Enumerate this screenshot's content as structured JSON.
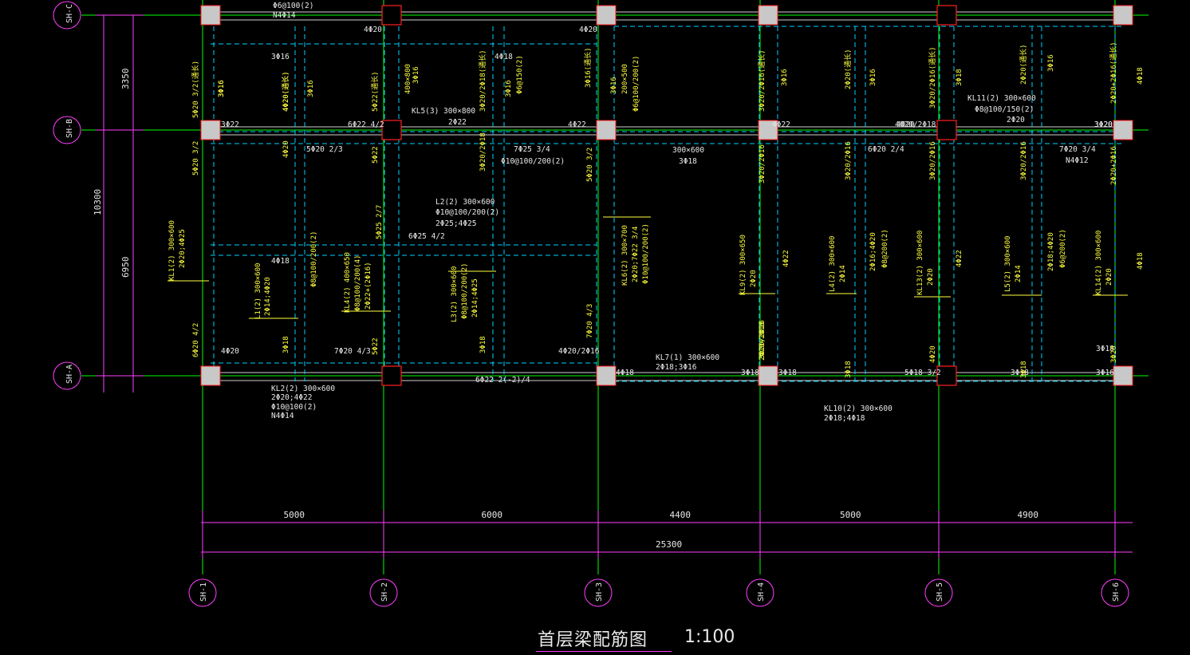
{
  "drawing": {
    "title": "首层梁配筋图",
    "scale": "1:100",
    "colors": {
      "background": "#000000",
      "axis": "#00ff00",
      "dimension": "#ff40ff",
      "column": "#c8c8c8",
      "column_outline": "#ff2020",
      "secondary_beam": "#00d0ff",
      "annotation_yellow": "#ffff40",
      "annotation_white": "#e8e8e8"
    }
  },
  "axes": {
    "horizontal": [
      {
        "label": "SH-C"
      },
      {
        "label": "SH-B"
      },
      {
        "label": "SH-A"
      }
    ],
    "vertical": [
      {
        "label": "SH-1"
      },
      {
        "label": "SH-2"
      },
      {
        "label": "SH-3"
      },
      {
        "label": "SH-4"
      },
      {
        "label": "SH-5"
      },
      {
        "label": "SH-6"
      }
    ]
  },
  "dimensions": {
    "horizontal": [
      "5000",
      "6000",
      "4400",
      "5000",
      "4900"
    ],
    "horizontal_total": "25300",
    "vertical": [
      "3350",
      "6950"
    ],
    "vertical_total": "10300"
  },
  "labels": {
    "white": [
      "KL2(2) 300×600",
      "2Φ20;4Φ22",
      "Φ10@100(2)",
      "N4Φ14",
      "KL7(1) 300×600",
      "2Φ18;3Φ16",
      "KL10(2) 300×600",
      "2Φ18;4Φ18",
      "6Φ22 2(-2)/4",
      "300×600",
      "3Φ18",
      "4Φ20",
      "4Φ20",
      "3Φ22",
      "3Φ16",
      "4Φ18",
      "4Φ22",
      "4Φ20",
      "3Φ20",
      "3Φ16",
      "6Φ22 4/2",
      "4Φ22",
      "Φ6@100(2)",
      "N4Φ14",
      "7Φ25 3/4",
      "Φ10@100/200(2)",
      "L2(2) 300×600",
      "Φ10@100/200(2)",
      "2Φ25;4Φ25",
      "6Φ25 4/2",
      "5Φ20 2/3",
      "4Φ18",
      "4Φ20",
      "7Φ20 4/3",
      "4Φ20/2Φ16",
      "4Φ18",
      "3Φ18",
      "3Φ18",
      "3Φ18",
      "5Φ18 3/2",
      "3Φ18",
      "6Φ20 2/4",
      "4Φ20/2Φ18",
      "KL11(2) 300×600",
      "Φ8@100/150(2)",
      "2Φ20",
      "7Φ20 3/4",
      "N4Φ12",
      "3Φ20",
      "KL5(3) 300×800",
      "2Φ22"
    ],
    "yellow": [
      "3Φ16",
      "4Φ20(通长)",
      "3Φ16",
      "5Φ22(通长)",
      "400×800",
      "3Φ16",
      "3Φ20/2Φ18(通长)",
      "3Φ16",
      "Φ6@150(2)",
      "3Φ16(通长)",
      "5Φ20 3/2(通长)",
      "3Φ16",
      "200×500",
      "Φ6@100/200(2)",
      "3Φ20/2Φ16(通长)",
      "3Φ16",
      "2Φ20(通长)",
      "3Φ16",
      "3Φ20/2Φ16(通长)",
      "3Φ18",
      "2Φ20(通长)",
      "3Φ16",
      "2Φ20+2Φ16(通长)",
      "4Φ18",
      "5Φ20 3/2",
      "4Φ20",
      "5Φ22",
      "3Φ20/2Φ18",
      "5Φ20 3/2",
      "3Φ20/2Φ16",
      "3Φ20/2Φ16",
      "3Φ20/2Φ16",
      "3Φ20/2Φ16",
      "3Φ20/2Φ16",
      "2Φ20+2Φ16",
      "KL1(2) 300×600",
      "2Φ20;4Φ25",
      "L1(2) 300×600",
      "2Φ14;4Φ20",
      "KL4(2) 400×650",
      "Φ8@100/200(4)",
      "2Φ22+(2Φ16)",
      "5Φ25 2/7",
      "Φ8@100/200(2)",
      "L3(2) 300×600",
      "Φ8@100/200(2)",
      "2Φ14;4Φ25",
      "KL6(2) 300×700",
      "2Φ20;7Φ22 3/4",
      "Φ10@100/200(2)",
      "KL9(2) 300×650",
      "2Φ20",
      "4Φ22",
      "L4(2) 300×600",
      "2Φ14",
      "2Φ16;4Φ20",
      "Φ8@200(2)",
      "KL13(2) 300×600",
      "2Φ20",
      "4Φ22",
      "L5(2) 300×600",
      "2Φ14",
      "2Φ18;4Φ20",
      "Φ6@200(2)",
      "KL14(2) 300×600",
      "2Φ20",
      "4Φ18",
      "6Φ20 4/2",
      "3Φ18",
      "7Φ20 4/3",
      "5Φ22",
      "3Φ18",
      "2Φ20+2Φ16",
      "3Φ18",
      "4Φ20",
      "3Φ18",
      "3Φ20",
      "4Φ20(通长)",
      "3Φ16"
    ]
  }
}
